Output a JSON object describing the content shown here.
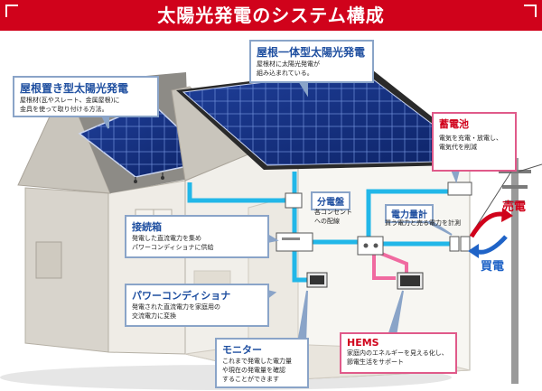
{
  "title": "太陽光発電のシステム構成",
  "callouts": {
    "roof_mounted": {
      "title": "屋根置き型太陽光発電",
      "desc": "屋根材(瓦やスレート、金属屋根)に\n金具を使って取り付ける方法。"
    },
    "roof_integrated": {
      "title": "屋根一体型太陽光発電",
      "desc": "屋根材に太陽光発電が\n組み込まれている。"
    },
    "battery": {
      "title": "蓄電池",
      "desc": "電気を充電・放電し、\n電気代を削減"
    },
    "distribution_board": {
      "title": "分電盤",
      "desc": "各コンセント\nへの配線"
    },
    "power_meter": {
      "title": "電力量計",
      "desc": "買う電力と売る電力を計測"
    },
    "junction_box": {
      "title": "接続箱",
      "desc": "発電した直流電力を集め\nパワーコンディショナに供給"
    },
    "power_conditioner": {
      "title": "パワーコンディショナ",
      "desc": "発電された直流電力を家庭用の\n交流電力に変換"
    },
    "monitor": {
      "title": "モニター",
      "desc": "これまで発電した電力量\nや現在の発電量を確認\nすることができます"
    },
    "hems": {
      "title": "HEMS",
      "desc": "家庭内のエネルギーを見える化し、\n節電生活をサポート"
    }
  },
  "arrows": {
    "sell": "売電",
    "buy": "買電"
  },
  "colors": {
    "title_bar": "#d0021b",
    "dc_wire": "#22b7e8",
    "data_wire": "#f06aa0",
    "callout_border": "#8aa4c8",
    "sell": "#d0021b",
    "buy": "#1f63c7"
  }
}
